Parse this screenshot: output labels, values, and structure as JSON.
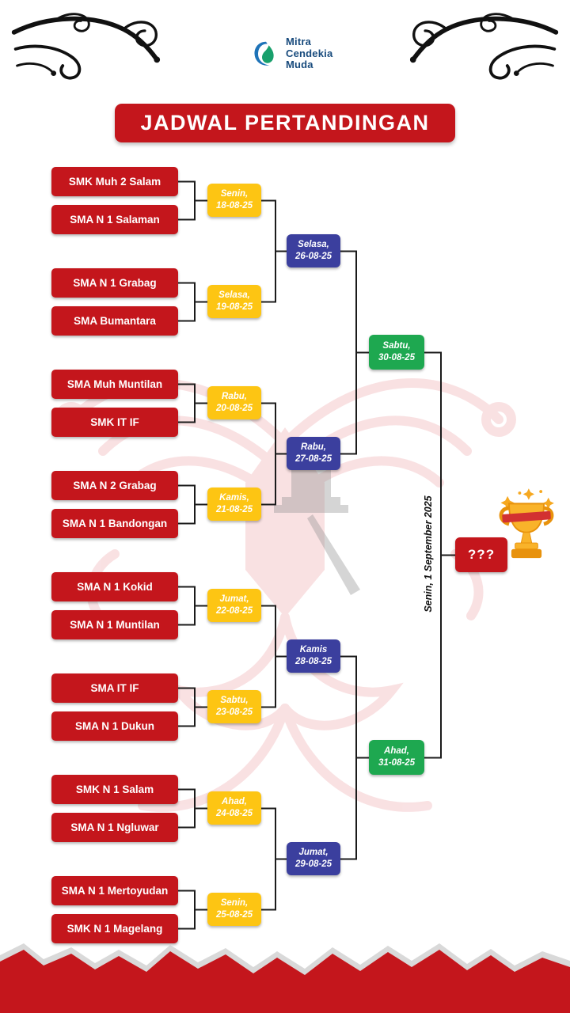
{
  "logo": {
    "name_lines": [
      "Mitra",
      "Cendekia",
      "Muda"
    ]
  },
  "title": "JADWAL PERTANDINGAN",
  "round1": [
    {
      "top": "SMK Muh 2 Salam",
      "bottom": "SMA N 1 Salaman",
      "day": "Senin,",
      "date": "18-08-25"
    },
    {
      "top": "SMA N 1 Grabag",
      "bottom": "SMA Bumantara",
      "day": "Selasa,",
      "date": "19-08-25"
    },
    {
      "top": "SMA Muh Muntilan",
      "bottom": "SMK IT IF",
      "day": "Rabu,",
      "date": "20-08-25"
    },
    {
      "top": "SMA N 2 Grabag",
      "bottom": "SMA N 1 Bandongan",
      "day": "Kamis,",
      "date": "21-08-25"
    },
    {
      "top": "SMA N 1 Kokid",
      "bottom": "SMA N 1 Muntilan",
      "day": "Jumat,",
      "date": "22-08-25"
    },
    {
      "top": "SMA IT IF",
      "bottom": "SMA N 1 Dukun",
      "day": "Sabtu,",
      "date": "23-08-25"
    },
    {
      "top": "SMK N 1 Salam",
      "bottom": "SMA N 1 Ngluwar",
      "day": "Ahad,",
      "date": "24-08-25"
    },
    {
      "top": "SMA N 1 Mertoyudan",
      "bottom": "SMK N 1 Magelang",
      "day": "Senin,",
      "date": "25-08-25"
    }
  ],
  "round2": [
    {
      "day": "Selasa,",
      "date": "26-08-25"
    },
    {
      "day": "Rabu,",
      "date": "27-08-25"
    },
    {
      "day": "Kamis",
      "date": "28-08-25"
    },
    {
      "day": "Jumat,",
      "date": "29-08-25"
    }
  ],
  "semifinal": [
    {
      "day": "Sabtu,",
      "date": "30-08-25"
    },
    {
      "day": "Ahad,",
      "date": "31-08-25"
    }
  ],
  "final": {
    "date_text": "Senin, 1 September 2025",
    "winner": "???"
  },
  "icons": {
    "logo": "drop-leaf-logo",
    "trophy": "champion-trophy",
    "corners": "calligraphic-flourish",
    "background": "garuda-ornament-watermark"
  },
  "colors": {
    "red": "#c4161c",
    "yellow": "#fdc513",
    "blue": "#3b3f9e",
    "green": "#1ea850"
  }
}
